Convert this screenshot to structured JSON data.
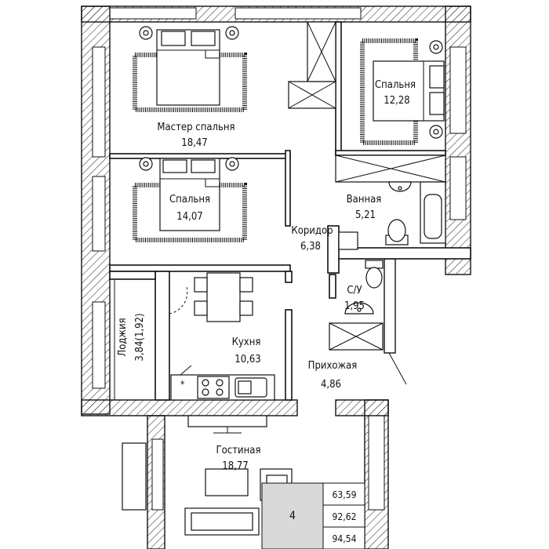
{
  "rooms": {
    "master": {
      "name": "Мастер спальня",
      "area": "18,47"
    },
    "bedroom1": {
      "name": "Спальня",
      "area": "12,28"
    },
    "bedroom2": {
      "name": "Спальня",
      "area": "14,07"
    },
    "bath": {
      "name": "Ванная",
      "area": "5,21"
    },
    "corridor": {
      "name": "Коридор",
      "area": "6,38"
    },
    "wc": {
      "name": "С/У",
      "area": "1,95"
    },
    "kitchen": {
      "name": "Кухня",
      "area": "10,63"
    },
    "loggia": {
      "name": "Лоджия",
      "area": "3,84(1,92)"
    },
    "hall": {
      "name": "Прихожая",
      "area": "4,86"
    },
    "living": {
      "name": "Гостиная",
      "area": "18,77"
    }
  },
  "summary": {
    "room_count": "4",
    "areas": [
      "63,59",
      "92,62",
      "94,54"
    ]
  },
  "colors": {
    "line": "#111111",
    "summary_fill": "#d9d9d9"
  }
}
